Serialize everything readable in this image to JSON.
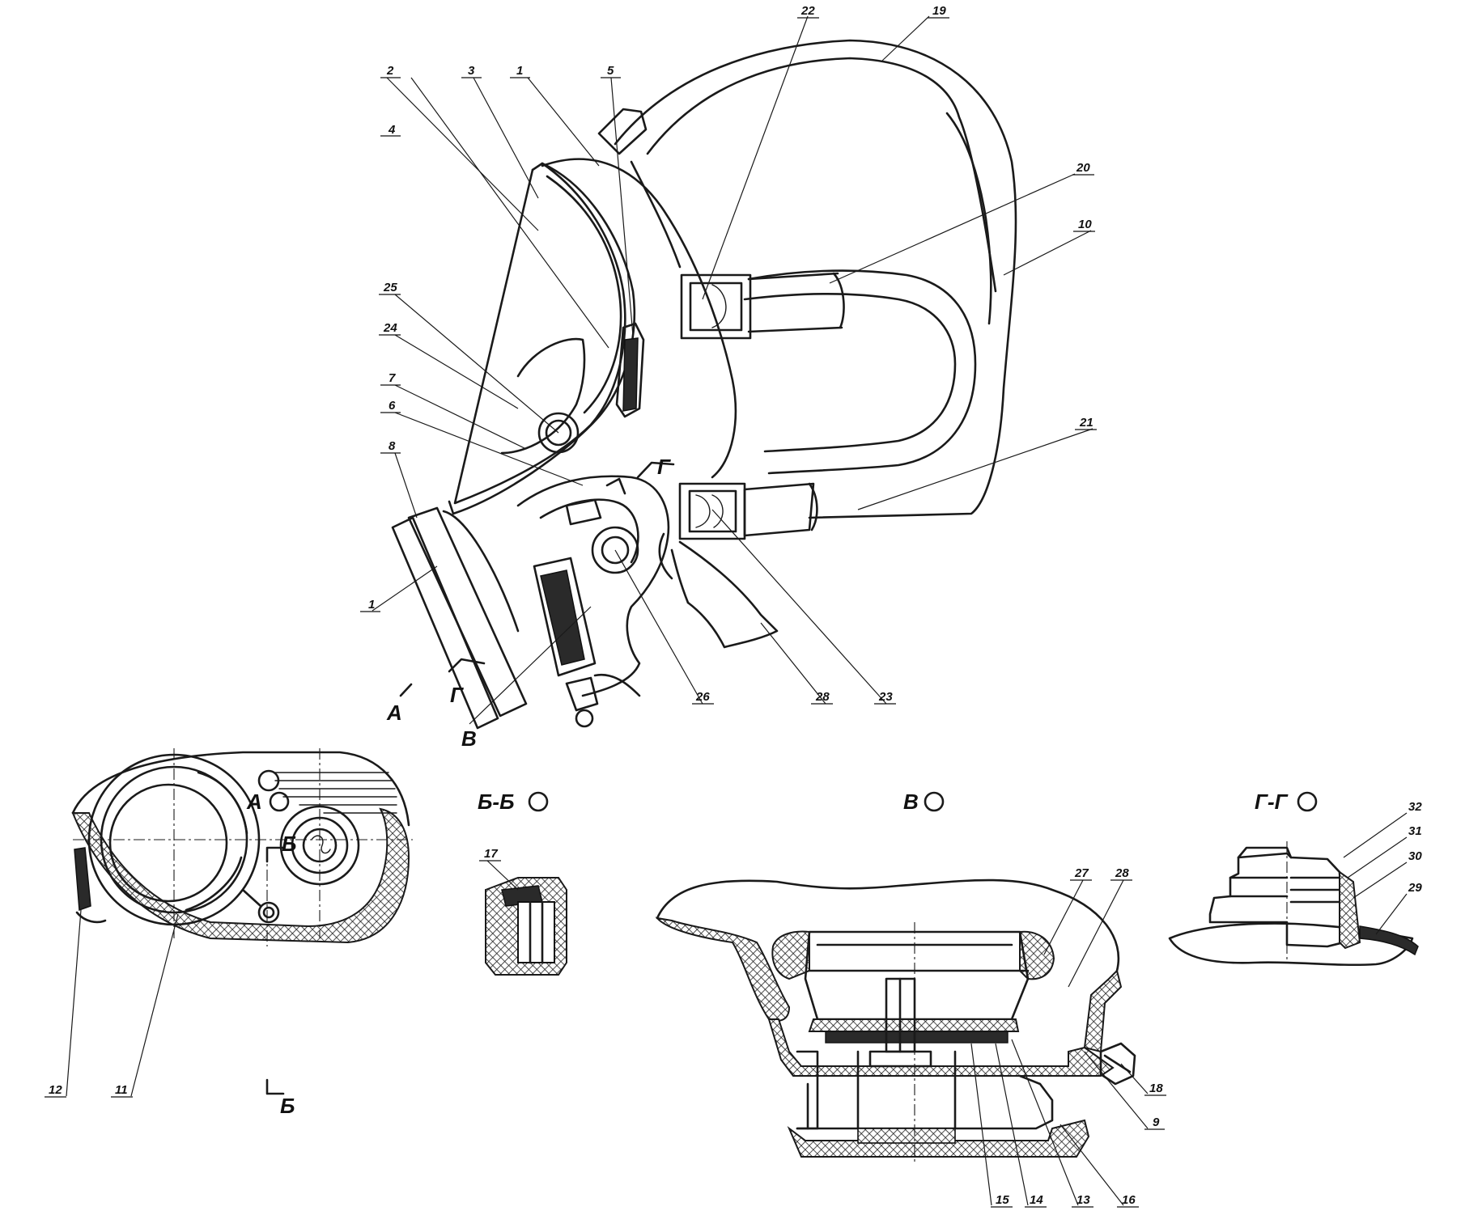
{
  "figure": {
    "callouts": [
      "1",
      "2",
      "3",
      "4",
      "5",
      "6",
      "7",
      "8",
      "9",
      "10",
      "11",
      "12",
      "13",
      "14",
      "15",
      "16",
      "17",
      "18",
      "19",
      "20",
      "21",
      "22",
      "23",
      "24",
      "25",
      "26",
      "27",
      "28",
      "29",
      "30",
      "31",
      "32"
    ],
    "section_letters": [
      "А",
      "Б",
      "В",
      "Г"
    ],
    "views": [
      {
        "id": "view-a",
        "title": "А"
      },
      {
        "id": "view-bb",
        "title": "Б-Б"
      },
      {
        "id": "view-v",
        "title": "В"
      },
      {
        "id": "view-gg",
        "title": "Г-Г"
      }
    ]
  }
}
